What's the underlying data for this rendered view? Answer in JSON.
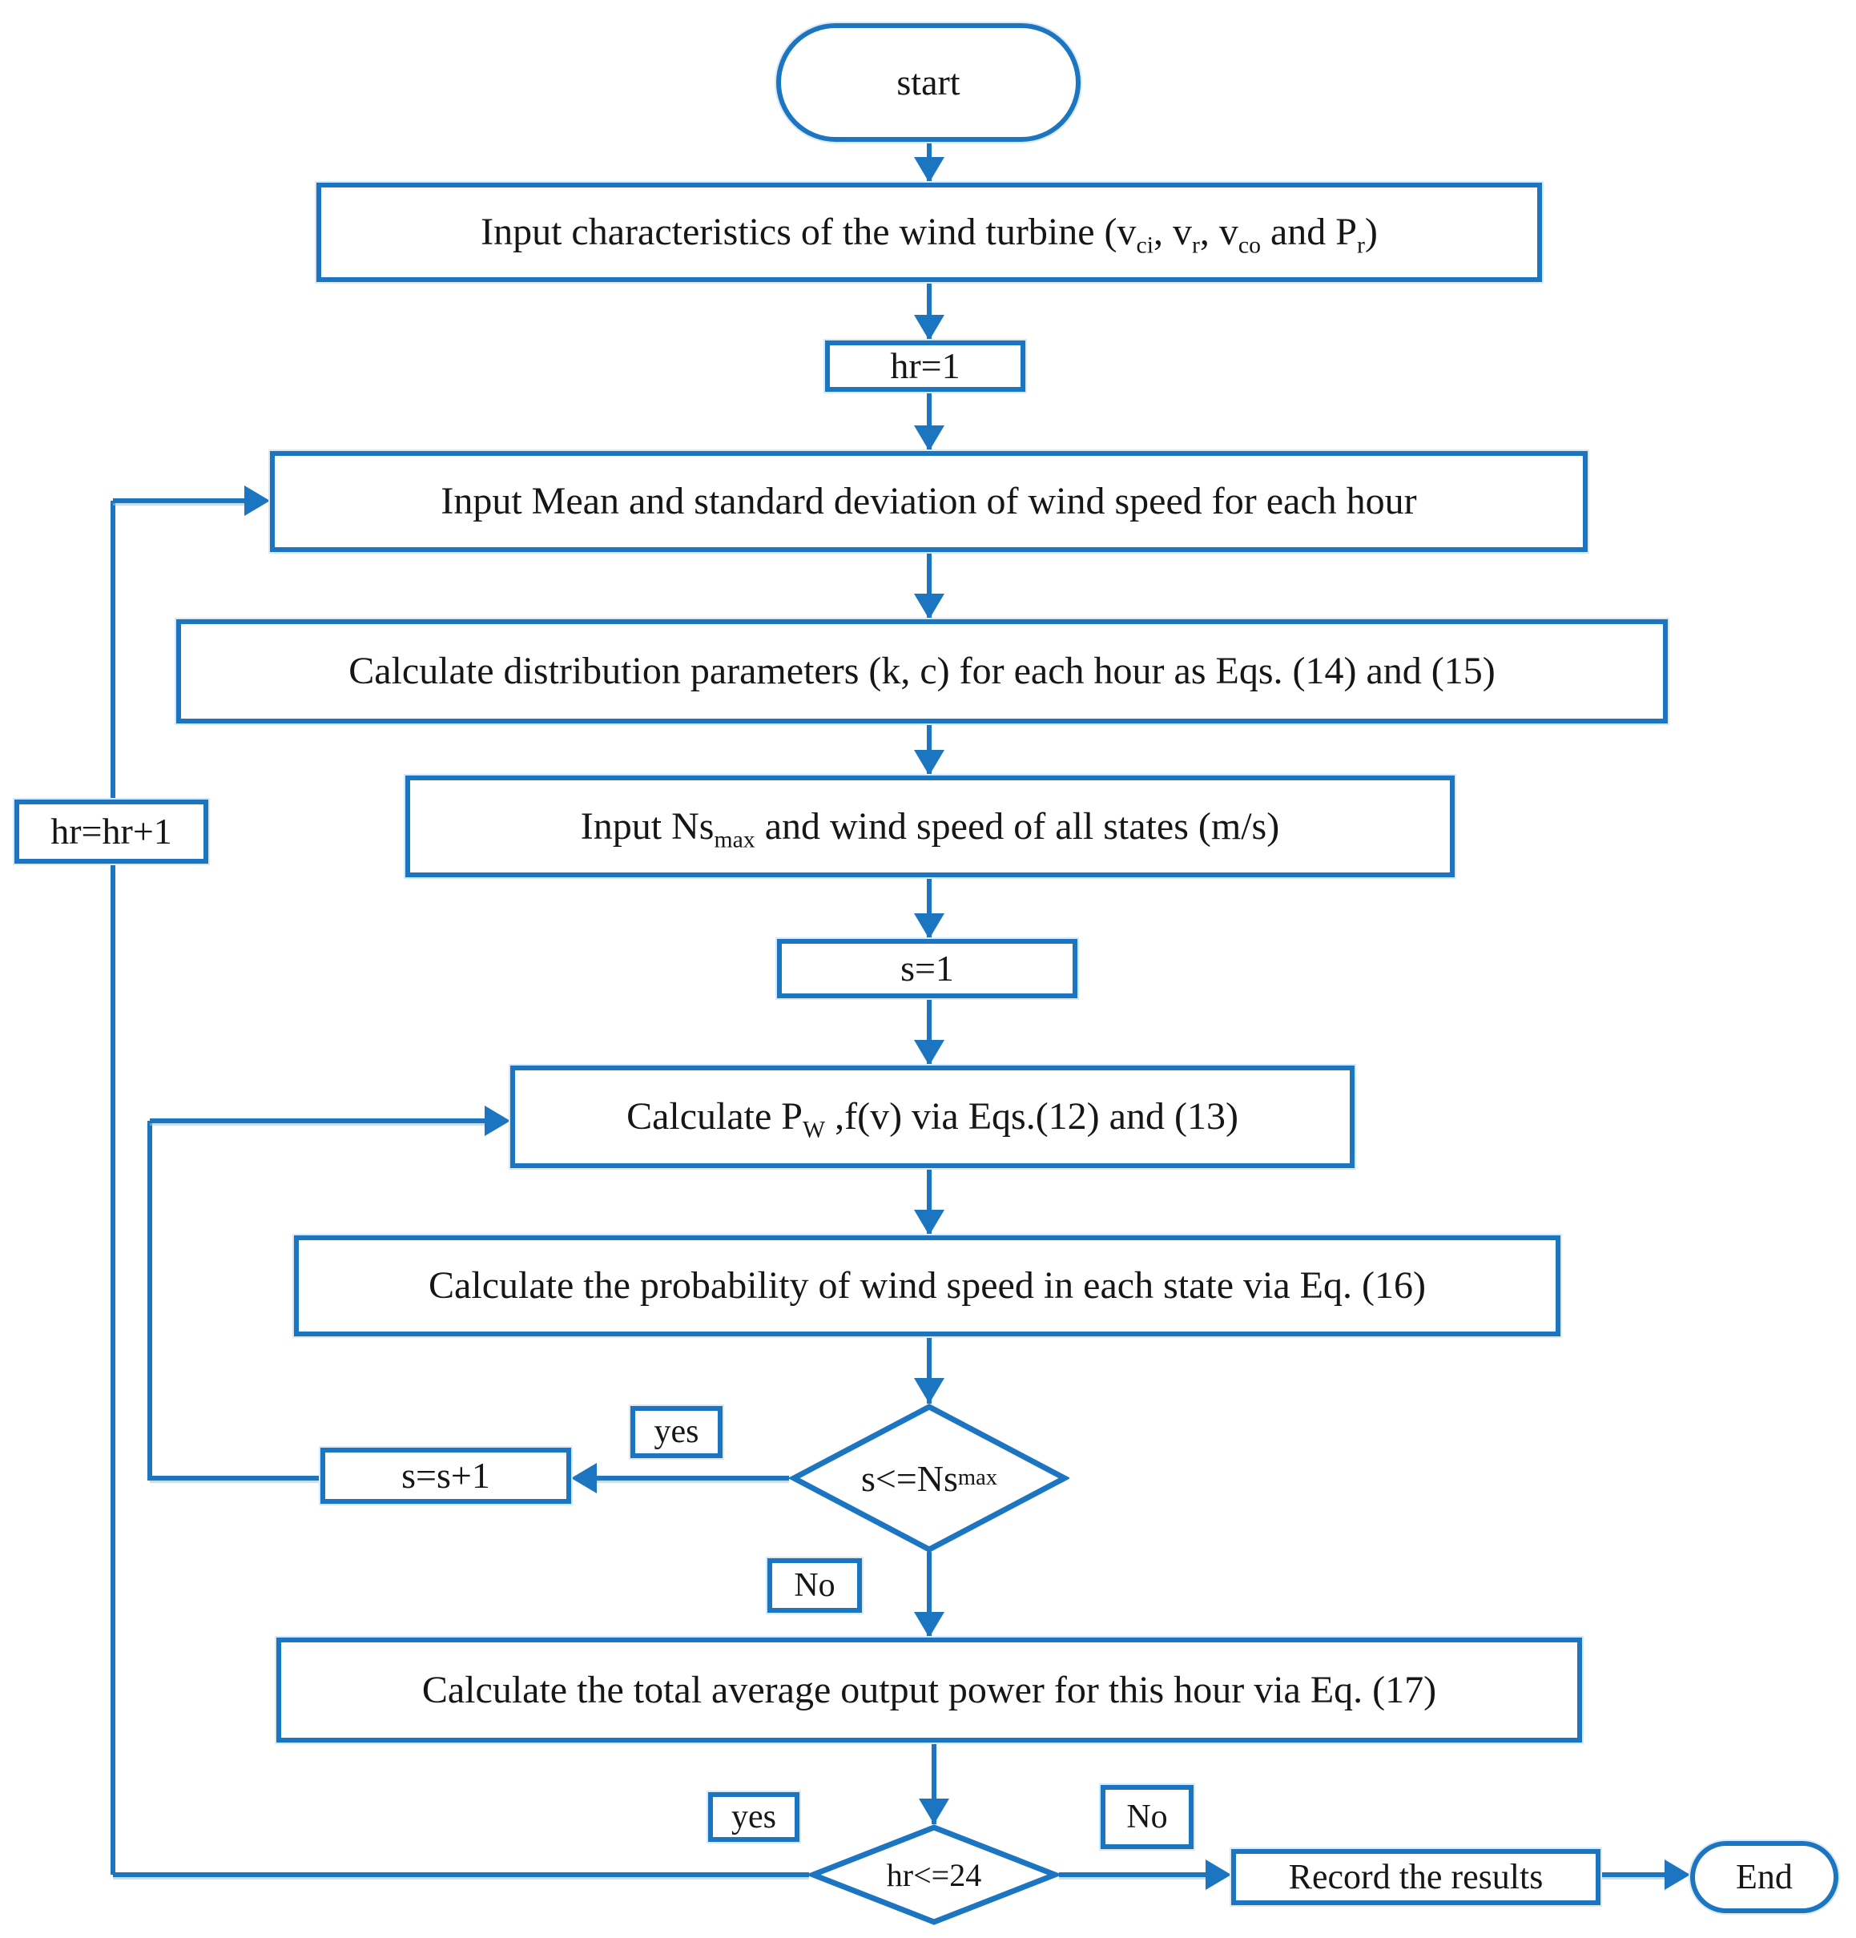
{
  "diagram": {
    "type": "flowchart",
    "title": "Wind turbine hourly average output power calculation flowchart",
    "accent_color": "#1b75c0",
    "text_color": "#161616",
    "nodes": {
      "start": {
        "label": "start"
      },
      "input_characteristics": {
        "rich": [
          {
            "t": "Input characteristics of the wind turbine (v"
          },
          {
            "sub": "ci"
          },
          {
            "t": ", v"
          },
          {
            "sub": "r"
          },
          {
            "t": ", v"
          },
          {
            "sub": "co"
          },
          {
            "t": " and P"
          },
          {
            "sub": "r"
          },
          {
            "t": ")"
          }
        ]
      },
      "hr_init": {
        "label": "hr=1"
      },
      "input_mean": {
        "label": "Input Mean and standard deviation of wind speed for each hour"
      },
      "calc_distribution": {
        "label": "Calculate distribution parameters (k, c) for each hour as Eqs. (14) and (15)"
      },
      "input_ns": {
        "rich": [
          {
            "t": "Input Ns"
          },
          {
            "sub": "max"
          },
          {
            "t": " and wind speed of all states (m/s)"
          }
        ]
      },
      "s_init": {
        "label": "s=1"
      },
      "calc_pw": {
        "rich": [
          {
            "t": "Calculate P"
          },
          {
            "sub": "W"
          },
          {
            "t": " ,f(v) via Eqs.(12) and (13)"
          }
        ]
      },
      "calc_probability": {
        "label": "Calculate the probability of wind speed in each state via Eq. (16)"
      },
      "decision_s": {
        "rich": [
          {
            "t": "s<=Ns"
          },
          {
            "sub": "max"
          }
        ]
      },
      "s_increment": {
        "label": "s=s+1"
      },
      "calc_total": {
        "label": "Calculate the total average output power for this hour via Eq. (17)"
      },
      "decision_hr": {
        "label": "hr<=24"
      },
      "hr_increment": {
        "label": "hr=hr+1"
      },
      "record_results": {
        "label": "Record the results"
      },
      "end": {
        "label": "End"
      }
    },
    "edge_labels": {
      "s_yes": "yes",
      "s_no": "No",
      "hr_yes": "yes",
      "hr_no": "No"
    }
  }
}
